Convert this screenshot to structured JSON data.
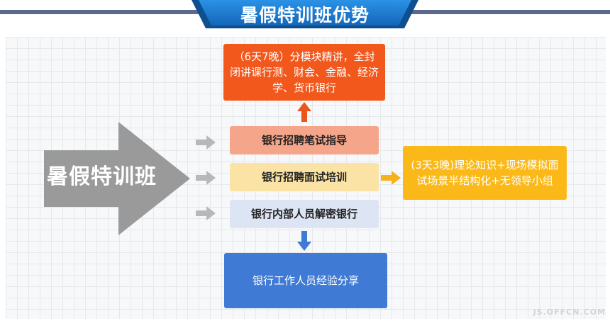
{
  "header": {
    "title": "暑假特训班优势"
  },
  "main_arrow": {
    "label": "暑假特训班"
  },
  "modules": {
    "top": {
      "text": "（6天7晚）分模块精讲，全封闭讲课行测、财会、金融、经济学、货币银行"
    },
    "written_guidance": {
      "text": "银行招聘笔试指导"
    },
    "interview_training": {
      "text": "银行招聘面试培训"
    },
    "insider_bank": {
      "text": "银行内部人员解密银行"
    },
    "right": {
      "text": "(3天3晚)理论知识+现场模拟面试场景半结构化+无领导小组"
    },
    "bottom": {
      "text": "银行工作人员经验分享"
    }
  },
  "watermark": {
    "text": "JS.OFFCN.COM"
  },
  "colors": {
    "header_banner": "#1f7fd1",
    "header_line": "#5b6a8a",
    "main_arrow": "#9a9a9a",
    "connector_gray": "#b8b8b8",
    "connector_orange": "#e8561b",
    "connector_yellow": "#f6b21b",
    "connector_blue": "#3f7ad4"
  }
}
